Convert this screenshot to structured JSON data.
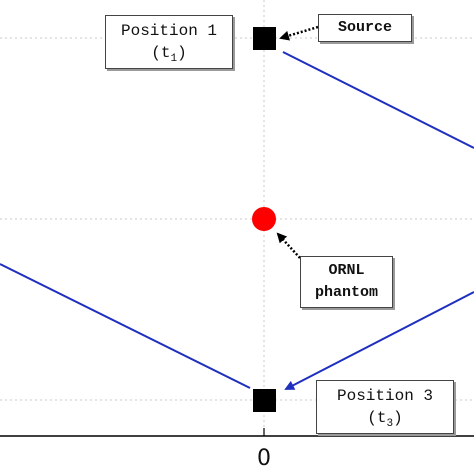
{
  "labels": {
    "position1_line1": "Position 1",
    "position1_line2_base": "(t",
    "position1_line2_sub": "1",
    "position1_line2_end": ")",
    "source": "Source",
    "phantom_line1": "ORNL",
    "phantom_line2": "phantom",
    "position3_line1": "Position 3",
    "position3_line2_base": "(t",
    "position3_line2_sub": "3",
    "position3_line2_end": ")"
  },
  "x_tick_label": "0",
  "colors": {
    "trajectory": "#1f2fbf",
    "source_marker": "#000000",
    "phantom": "#ff0000",
    "grid": "#c8c8c8",
    "axis": "#000000"
  }
}
